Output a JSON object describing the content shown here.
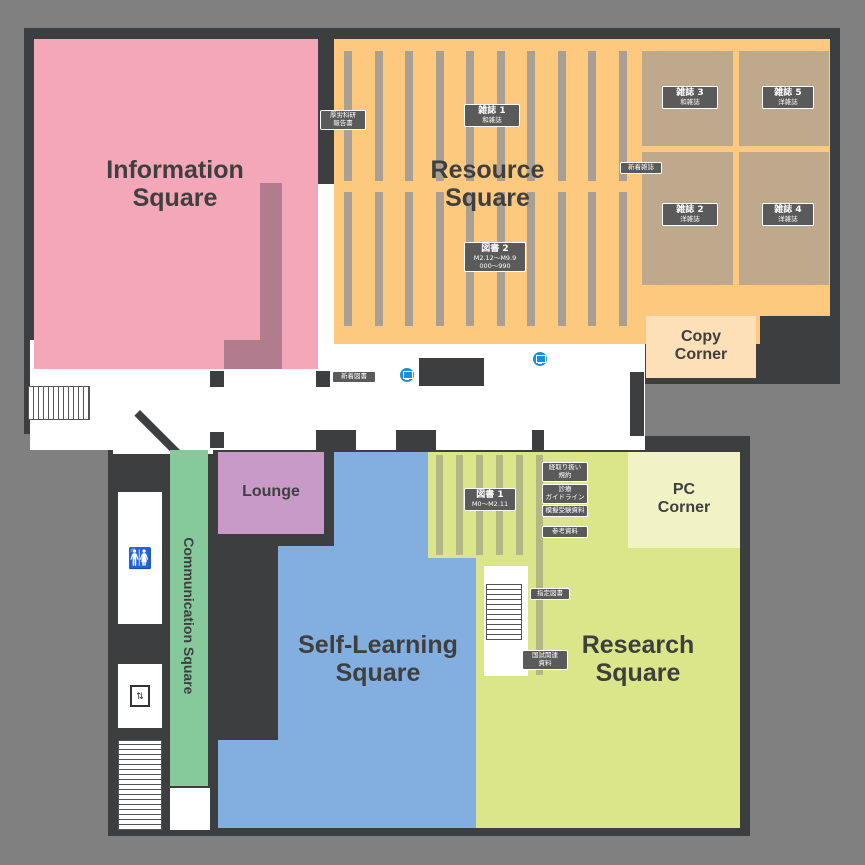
{
  "colors": {
    "background": "#808080",
    "wall": "#3d3e40",
    "information_square": "#f4a7b9",
    "resource_square": "#fcc97f",
    "magazine_area": "#bfa98d",
    "copy_corner": "#fde0b8",
    "communication_square": "#86c99b",
    "lounge": "#c89ac8",
    "self_learning_square": "#82afdf",
    "research_square": "#dbe68a",
    "pc_corner": "#f1f3c4",
    "pc_icon": "#1c8fd8"
  },
  "zones": {
    "information_square": "Information\nSquare",
    "resource_square": "Resource\nSquare",
    "copy_corner": "Copy\nCorner",
    "communication_square": "Communication Square",
    "lounge": "Lounge",
    "self_learning_square": "Self-Learning\nSquare",
    "research_square": "Research\nSquare",
    "pc_corner": "PC\nCorner"
  },
  "tags": {
    "magazine_1": {
      "title": "雑誌 1",
      "sub": "和雑誌"
    },
    "magazine_2": {
      "title": "雑誌 2",
      "sub": "洋雑誌"
    },
    "magazine_3": {
      "title": "雑誌 3",
      "sub": "和雑誌"
    },
    "magazine_4": {
      "title": "雑誌 4",
      "sub": "洋雑誌"
    },
    "magazine_5": {
      "title": "雑誌 5",
      "sub": "洋雑誌"
    },
    "books_2": {
      "title": "図書 2",
      "sub": "M2.12～M9.9\n000～990"
    },
    "books_1": {
      "title": "図書 1",
      "sub": "M0～M2.11"
    },
    "ministry_reports": "厚労科研\n報告書",
    "new_magazines": "新着雑誌",
    "new_books": "新着図書",
    "handling_guide": "経取り扱い\n規約",
    "practice_guidelines": "診療\nガイドライン",
    "exam_materials": "模擬受験資料",
    "reference_materials": "参考資料",
    "designated_books": "指定図書",
    "national_exam_materials": "国試関連\n資料"
  },
  "icons": [
    "pc-icon",
    "restroom-icon",
    "elevator-icon"
  ]
}
